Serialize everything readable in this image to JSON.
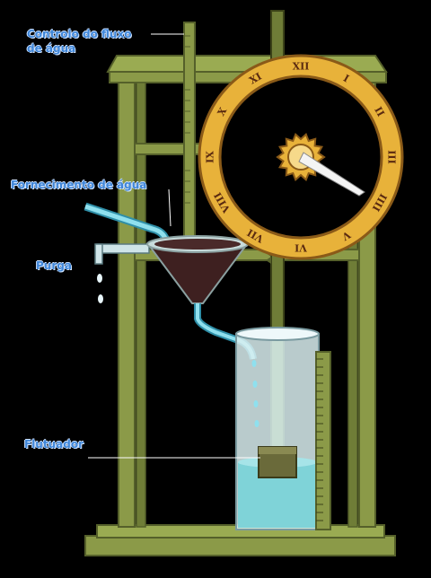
{
  "labels": {
    "flow_control_line1": "Controlo do fluxo",
    "flow_control_line2": "de água",
    "water_supply": "Fornecimento de água",
    "purge": "Purga",
    "float": "Flutuador"
  },
  "clock": {
    "numerals": [
      "XII",
      "I",
      "II",
      "III",
      "IIII",
      "V",
      "VI",
      "VII",
      "VIII",
      "IX",
      "X",
      "XI"
    ]
  },
  "colors": {
    "frame": "#8b9a48",
    "frame_dark": "#55602a",
    "dial": "#e8b23a",
    "dial_inner": "#f6d98a",
    "water": "#7fd3d8",
    "funnel_water": "#4a2a2a",
    "label": "#3f86d8"
  }
}
